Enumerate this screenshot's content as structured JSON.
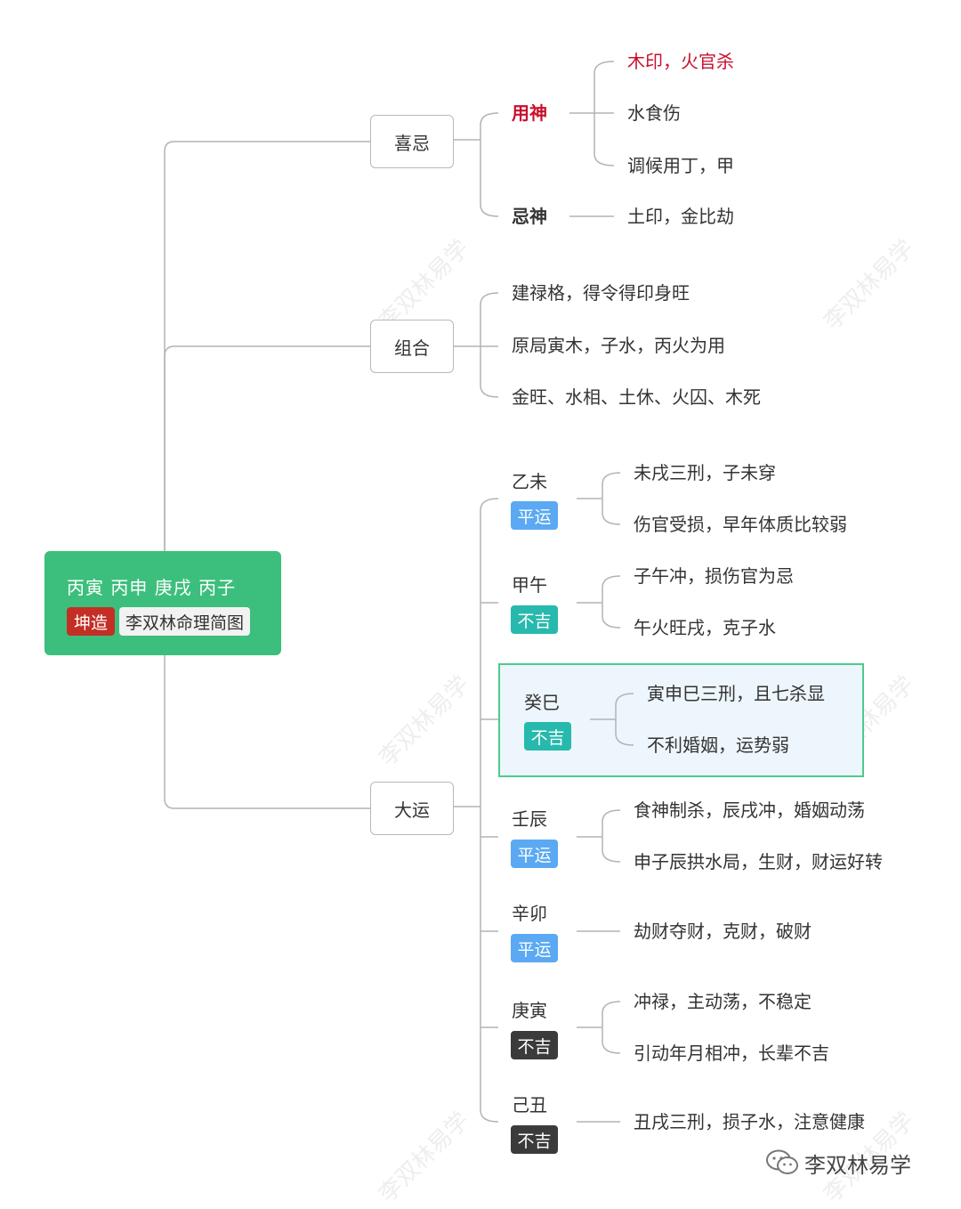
{
  "root": {
    "title": "丙寅 丙申 庚戌 丙子",
    "badge": "坤造",
    "subtitle": "李双林命理简图"
  },
  "branches": {
    "xiji": {
      "label": "喜忌",
      "yongshen": {
        "label": "用神",
        "items": [
          "木印，火官杀",
          "水食伤",
          "调候用丁，甲"
        ]
      },
      "jishen": {
        "label": "忌神",
        "items": [
          "土印，金比劫"
        ]
      }
    },
    "zuhe": {
      "label": "组合",
      "items": [
        "建禄格，得令得印身旺",
        "原局寅木，子水，丙火为用",
        "金旺、水相、土休、火囚、木死"
      ]
    },
    "dayun": {
      "label": "大运",
      "periods": [
        {
          "name": "乙未",
          "tag": "平运",
          "items": [
            "未戌三刑，子未穿",
            "伤官受损，早年体质比较弱"
          ]
        },
        {
          "name": "甲午",
          "tag": "不吉",
          "items": [
            "子午冲，损伤官为忌",
            "午火旺戌，克子水"
          ]
        },
        {
          "name": "癸巳",
          "tag": "不吉",
          "items": [
            "寅申巳三刑，且七杀显",
            "不利婚姻，运势弱"
          ]
        },
        {
          "name": "壬辰",
          "tag": "平运",
          "items": [
            "食神制杀，辰戌冲，婚姻动荡",
            "申子辰拱水局，生财，财运好转"
          ]
        },
        {
          "name": "辛卯",
          "tag": "平运",
          "items": [
            "劫财夺财，克财，破财"
          ]
        },
        {
          "name": "庚寅",
          "tag": "不吉",
          "items": [
            "冲禄，主动荡，不稳定",
            "引动年月相冲，长辈不吉"
          ]
        },
        {
          "name": "己丑",
          "tag": "不吉",
          "items": [
            "丑戌三刑，损子水，注意健康"
          ]
        }
      ]
    }
  },
  "watermark": "李双林易学",
  "brand": {
    "name": "李双林易学",
    "icon": "wechat-icon"
  },
  "colors": {
    "root": "#3cbf7c",
    "accent_red": "#c8102e",
    "tag_pingyun": "#5aa9f2",
    "tag_buji": "#27b9ad",
    "tag_buji_dark": "#3b3b3b",
    "highlight_border": "#4ccb8e",
    "highlight_bg": "#edf6fc"
  }
}
